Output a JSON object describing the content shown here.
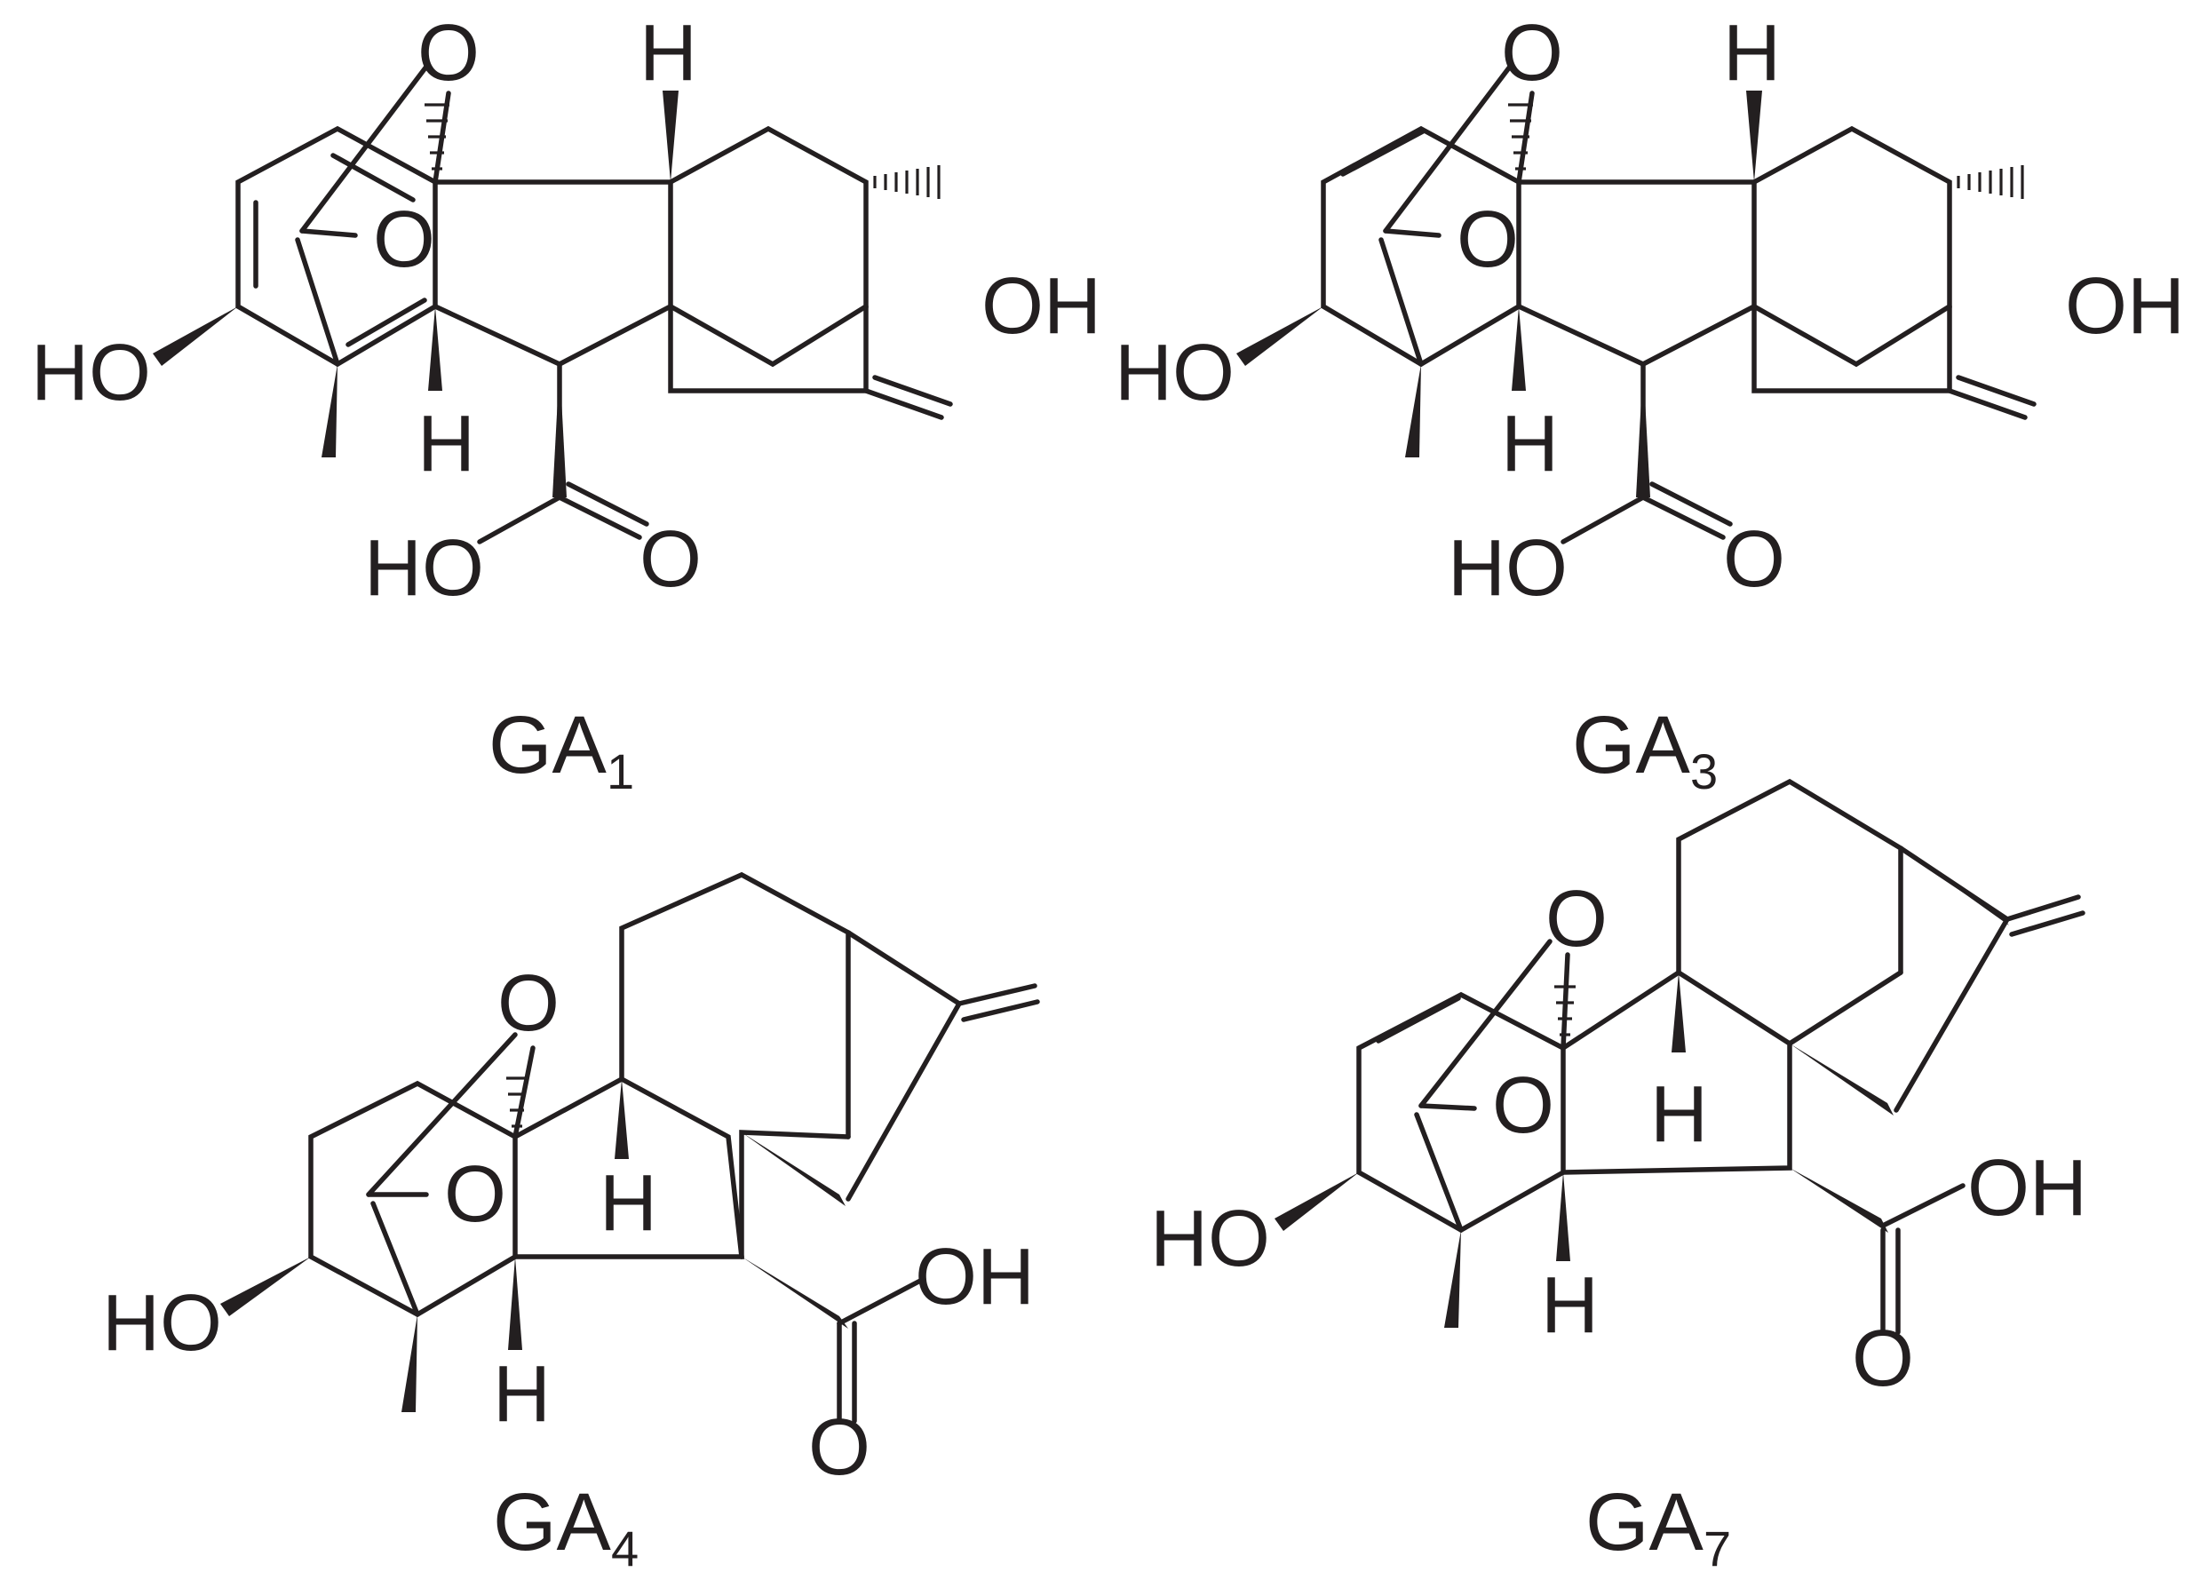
{
  "labels": {
    "o": "O",
    "h": "H",
    "oh": "OH",
    "ho": "HO"
  },
  "molecules": [
    {
      "name": "GA",
      "subscript": "1"
    },
    {
      "name": "GA",
      "subscript": "3"
    },
    {
      "name": "GA",
      "subscript": "4"
    },
    {
      "name": "GA",
      "subscript": "7"
    }
  ]
}
